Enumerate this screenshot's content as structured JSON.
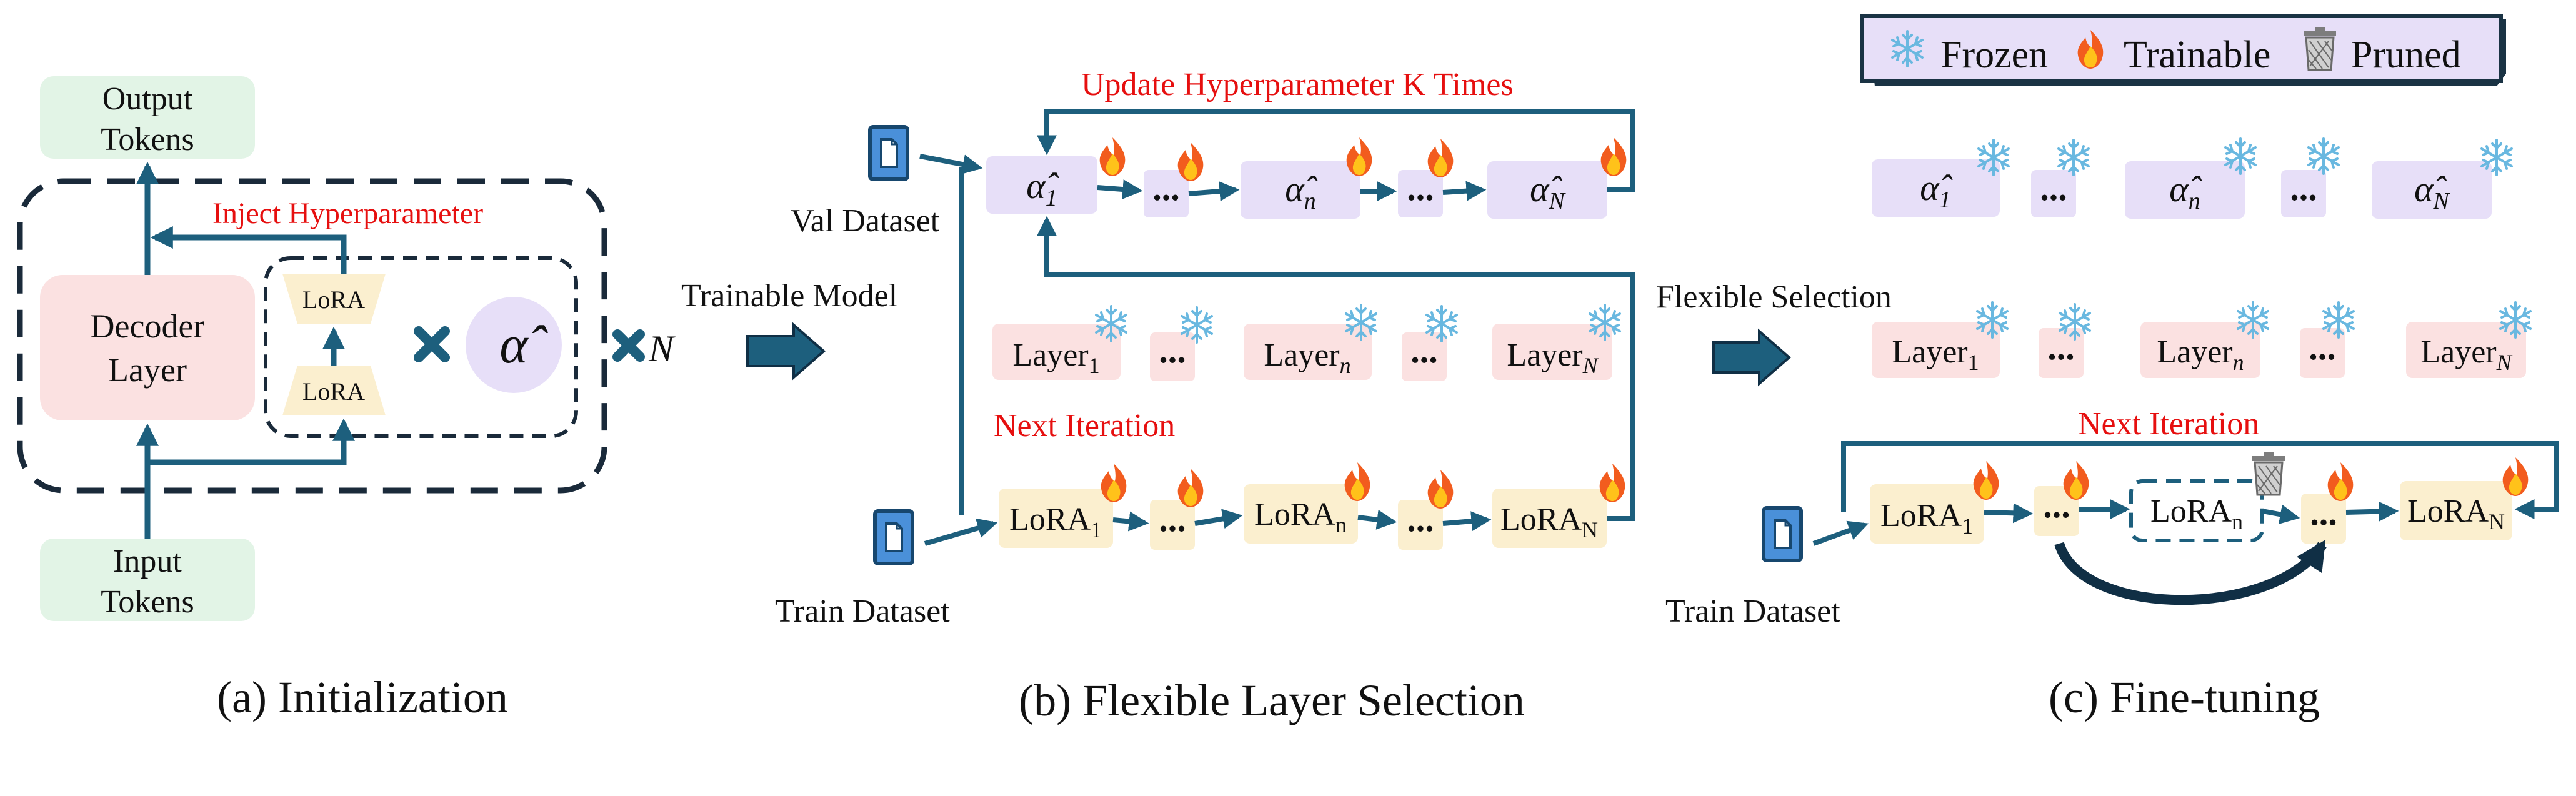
{
  "legend": {
    "frozen": "Frozen",
    "trainable": "Trainable",
    "pruned": "Pruned"
  },
  "panel_a": {
    "caption": "(a) Initialization",
    "output_tokens": [
      "Output",
      "Tokens"
    ],
    "input_tokens": [
      "Input",
      "Tokens"
    ],
    "decoder_layer": [
      "Decoder",
      "Layer"
    ],
    "lora": "LoRA",
    "inject_label": "Inject Hyperparameter",
    "alpha_hat": "α̂",
    "times_n": "N"
  },
  "panel_b": {
    "caption": "(b) Flexible Layer Selection",
    "trainable_model": "Trainable Model",
    "update_label": "Update Hyperparameter K Times",
    "next_iteration": "Next Iteration",
    "val_dataset": "Val Dataset",
    "train_dataset": "Train Dataset",
    "ellipsis": "...",
    "alpha_sub": [
      "1",
      "n",
      "N"
    ],
    "layer_word": "Layer",
    "layer_sub": [
      "1",
      "n",
      "N"
    ],
    "lora_word": "LoRA",
    "lora_sub": [
      "1",
      "n",
      "N"
    ]
  },
  "panel_c": {
    "caption": "(c) Fine-tuning",
    "flexible_selection": "Flexible Selection",
    "next_iteration": "Next Iteration",
    "train_dataset": "Train Dataset",
    "ellipsis": "...",
    "alpha_sub": [
      "1",
      "n",
      "N"
    ],
    "layer_word": "Layer",
    "layer_sub": [
      "1",
      "n",
      "N"
    ],
    "lora_word": "LoRA",
    "lora_sub": [
      "1",
      "n",
      "N"
    ]
  },
  "colors": {
    "arrow": "#1d5f7d",
    "red_label": "#e60f0f",
    "green_box": "#e2f4e6",
    "pink_box": "#fbe1e1",
    "purple_box": "#e7dff8",
    "yellow_box": "#fbefcf",
    "dark_outline": "#1a2a3a"
  }
}
